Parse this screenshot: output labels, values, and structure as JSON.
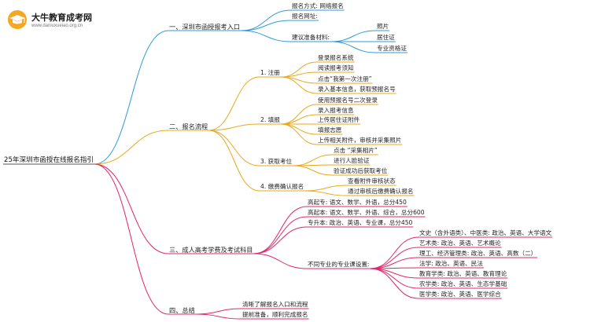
{
  "brand": {
    "name": "大牛教育成考网",
    "url": "www.daniuxueiao.org.cn"
  },
  "colors": {
    "branch_1": "#2f9bd8",
    "branch_2": "#e8a91a",
    "branch_3": "#2f9bd8",
    "branch_4": "#e0266e",
    "logo_accent": "#f5a623"
  },
  "root": "25年深圳市函授在线报名指引",
  "sections": [
    {
      "label": "一、深圳市函授报考入口",
      "color": "#2f9bd8",
      "children": [
        {
          "label": "报名方式: 网络报名",
          "children": []
        },
        {
          "label": "报名网址:",
          "children": []
        },
        {
          "label": "建议准备材料:",
          "children": [
            {
              "label": "照片"
            },
            {
              "label": "居住证"
            },
            {
              "label": "专业资格证"
            }
          ]
        }
      ]
    },
    {
      "label": "二、报名流程",
      "color": "#e8a91a",
      "children": [
        {
          "label": "1. 注册",
          "children": [
            {
              "label": "登录报名系统"
            },
            {
              "label": "阅读报考须知"
            },
            {
              "label": "点击“我第一次注册”"
            },
            {
              "label": "录入基本信息，获取预报名号"
            }
          ]
        },
        {
          "label": "2. 填报",
          "children": [
            {
              "label": "使用预报名号二次登录"
            },
            {
              "label": "录入报考信息"
            },
            {
              "label": "上传居住证附件"
            },
            {
              "label": "填报志愿"
            },
            {
              "label": "上传相关附件，审核并采集照片"
            }
          ]
        },
        {
          "label": "3. 获取考位",
          "children": [
            {
              "label": "点击 “采集相片”"
            },
            {
              "label": "进行人脸验证"
            },
            {
              "label": "验证成功后获取考位"
            }
          ]
        },
        {
          "label": "4. 缴费确认报名",
          "children": [
            {
              "label": "查看附件审核状态"
            },
            {
              "label": "通过审核后缴费确认报名"
            }
          ]
        }
      ]
    },
    {
      "label": "三、成人高考学费及考试科目",
      "color": "#e0266e",
      "children": [
        {
          "label": "高起专: 语文、数学、外语，总分450",
          "children": []
        },
        {
          "label": "高起本: 语文、数学、外语、综合，总分600",
          "children": []
        },
        {
          "label": "专升本: 政治、英语、专业课，总分450",
          "children": []
        },
        {
          "label": "不同专业的专业课设置:",
          "children": [
            {
              "label": "文史（含外语类）、中医类: 政治、英语、大学语文"
            },
            {
              "label": "艺术类: 政治、英语、艺术概论"
            },
            {
              "label": "理工、经济管理类: 政治、英语、高数（二）"
            },
            {
              "label": "法学: 政治、英语、民法"
            },
            {
              "label": "教育学类: 政治、英语、教育理论"
            },
            {
              "label": "农学类: 政治、英语、生态学基础"
            },
            {
              "label": "医学类: 政治、英语、医学综合"
            }
          ]
        }
      ]
    },
    {
      "label": "四、总结",
      "color": "#e0266e",
      "children": [
        {
          "label": "清晰了解报名入口和流程",
          "children": []
        },
        {
          "label": "提前准备，顺利完成报名",
          "children": []
        }
      ]
    }
  ]
}
